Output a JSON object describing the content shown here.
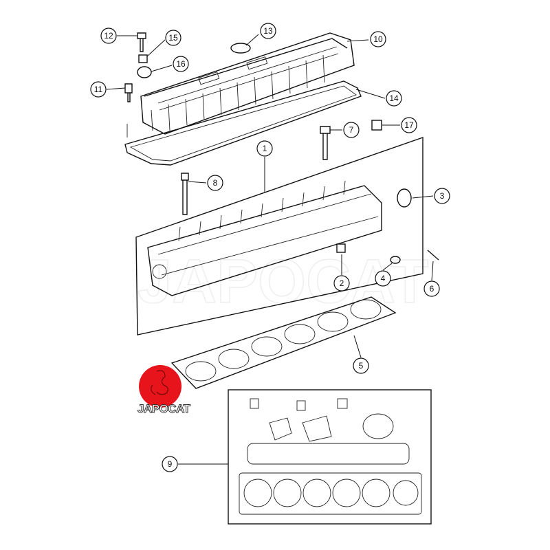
{
  "diagram": {
    "title": "Cylinder head and valve cover exploded parts diagram",
    "callouts": [
      "1",
      "2",
      "3",
      "4",
      "5",
      "6",
      "7",
      "8",
      "9",
      "10",
      "11",
      "12",
      "13",
      "14",
      "15",
      "16",
      "17"
    ]
  },
  "logo": {
    "text": "JAPOCAT",
    "color": "#e8141b"
  },
  "watermark": {
    "text": "JAPOCAT"
  }
}
